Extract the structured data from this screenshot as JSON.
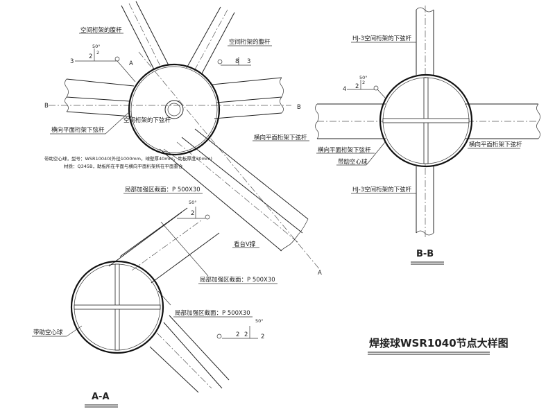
{
  "title": "焊接球WSR1040节点大样图",
  "main_view": {
    "web_member_label_left": "空间桁架的腹杆",
    "web_member_label_right": "空间桁架的腹杆",
    "weld_left": {
      "num1": "3",
      "num2": "2",
      "size": "2",
      "angle": "50°"
    },
    "weld_right": {
      "num1": "8",
      "num2": "3"
    },
    "section_b_left": "B",
    "section_b_right": "B",
    "chord_label_center": "空间桁架的下弦杆",
    "transverse_left": "横向平面桁架下弦杆",
    "transverse_right": "横向平面桁架下弦杆",
    "spec_note_1": "带助空心球，型号：WSR10040(外径1000mm，球壁厚40mm，助板厚度30mm)",
    "spec_note_2": "材质：Q345B，助板所在平面与横向平面桁架所在平面重合",
    "reinforce_label": "局部加强区截面：P 500X30",
    "weld_lower": {
      "num": "2",
      "angle": "50°"
    },
    "stand_label": "看台V撑",
    "section_a_top": "A",
    "section_a_bottom": "A"
  },
  "section_bb": {
    "label": "B-B",
    "top_member": "HJ-3空间桁架的下弦杆",
    "bottom_member": "HJ-3空间桁架的下弦杆",
    "left_label": "横向平面桁架下弦杆",
    "right_label": "横向平面桁架下弦杆",
    "rib_label": "带助空心球",
    "weld": {
      "num1": "4",
      "num2": "2",
      "size": "2",
      "angle": "50°"
    }
  },
  "section_aa": {
    "label": "A-A",
    "reinforce_top": "局部加强区截面：P 500X30",
    "reinforce_bottom": "局部加强区截面：P 500X30",
    "rib_label": "带助空心球",
    "weld": {
      "num1": "2",
      "num2": "2",
      "num3": "2",
      "angle": "50°"
    }
  }
}
